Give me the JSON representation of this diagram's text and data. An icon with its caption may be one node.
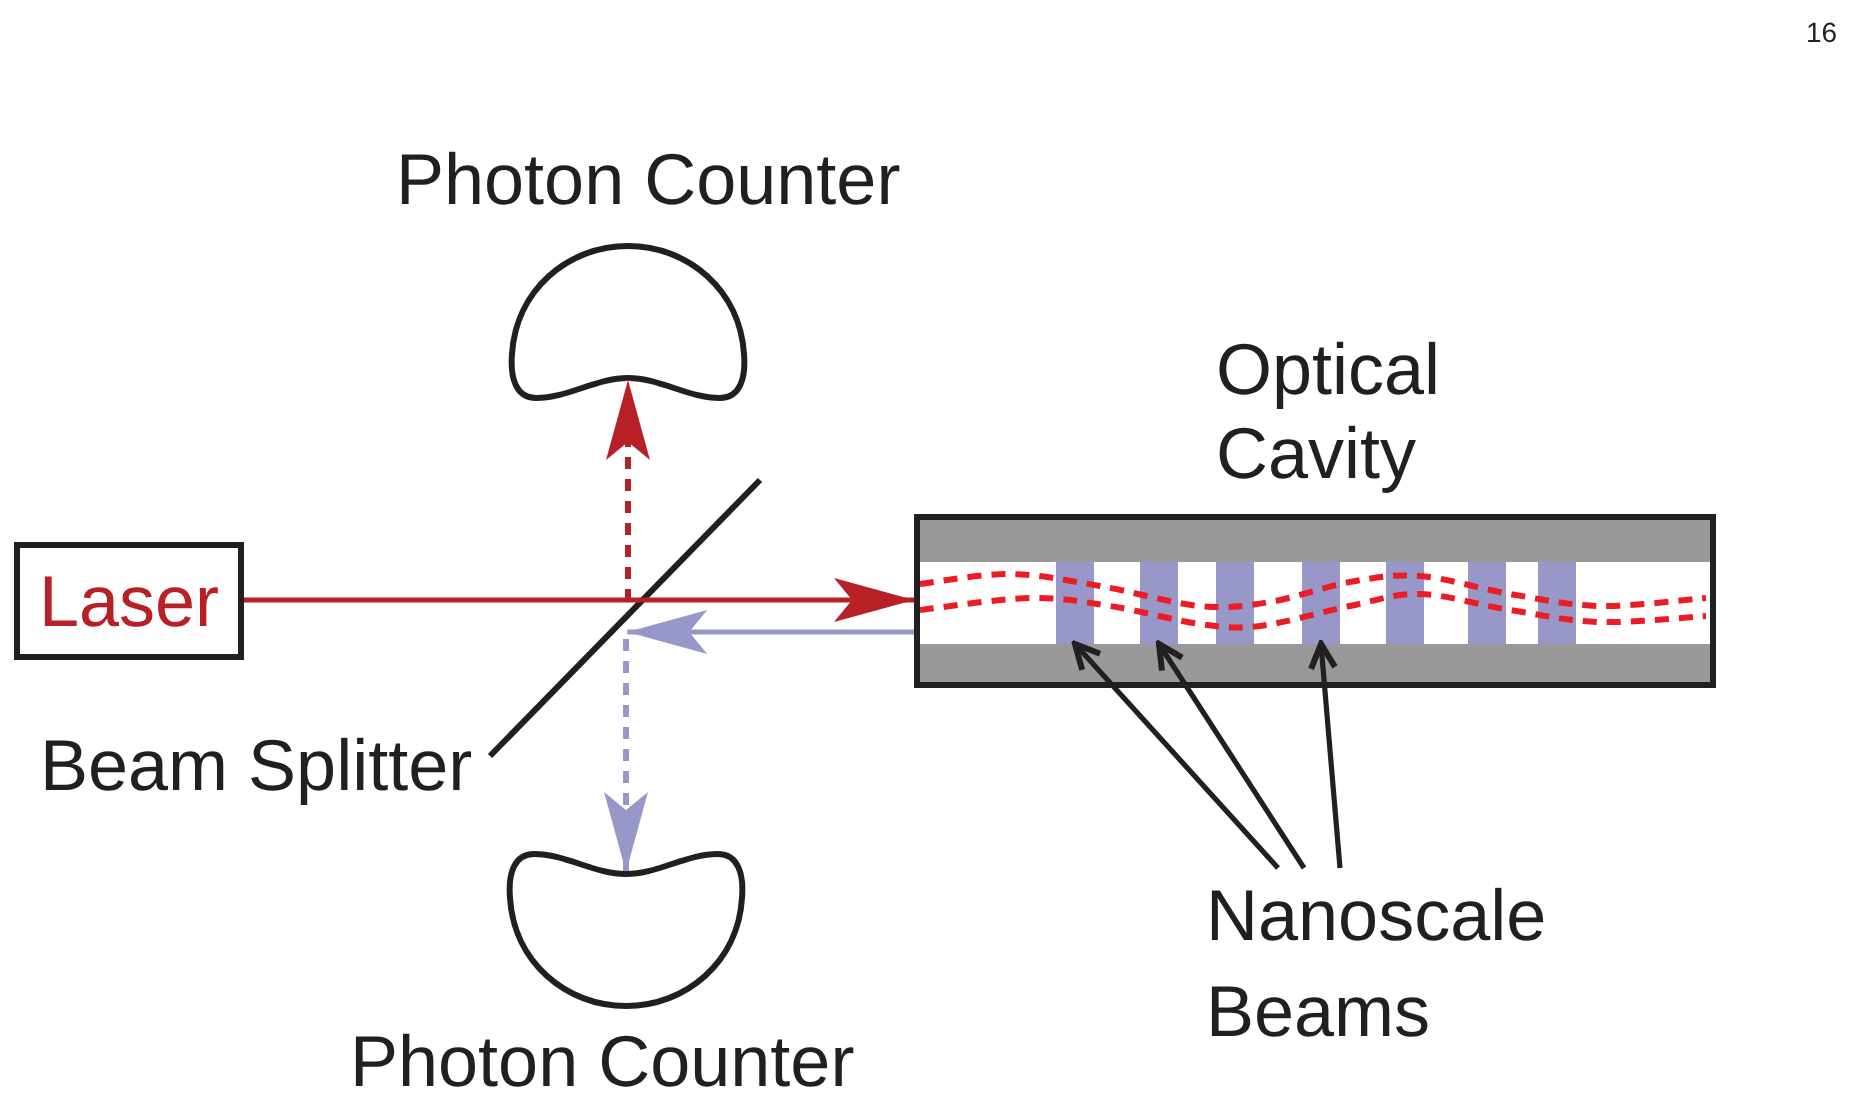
{
  "diagram": {
    "nodes": [
      {
        "text": [
          "Photon Counter"
        ]
      },
      {
        "text": [
          "Optical Cavity"
        ]
      },
      {
        "text": [],
        "shape": "bar",
        "in": 1
      },
      {
        "text": [],
        "shape": "bar",
        "in": 1
      },
      {
        "text": [],
        "shape": "bar",
        "in": 1
      },
      {
        "text": [
          "Laser"
        ]
      },
      {
        "text": [],
        "shape": "line",
        "beside": [
          "Beam Splitter"
        ]
      },
      {
        "text": [
          "Nanoscale Beams"
        ]
      },
      {
        "text": [
          "Photon Counter"
        ]
      }
    ],
    "edges": [
      {
        "from": 5,
        "to": 6,
        "arrow": "none",
        "color": "#b72025"
      },
      {
        "from": 6,
        "to": 1,
        "arrow": "to",
        "color": "#b72025"
      },
      {
        "from": 6,
        "to": 0,
        "arrow": "to",
        "style": "dashed",
        "color": "#b72025"
      },
      {
        "from": 1,
        "to": 6,
        "arrow": "to",
        "color": "#9797c9"
      },
      {
        "from": 6,
        "to": 8,
        "arrow": "to",
        "style": "dashed",
        "color": "#9797c9"
      },
      {
        "from": 7,
        "to": 2,
        "arrow": "to",
        "color": "#231f20"
      },
      {
        "from": 7,
        "to": 3,
        "arrow": "to",
        "color": "#231f20"
      },
      {
        "from": 7,
        "to": 4,
        "arrow": "to",
        "color": "#231f20"
      }
    ],
    "labels": [
      "16"
    ]
  }
}
